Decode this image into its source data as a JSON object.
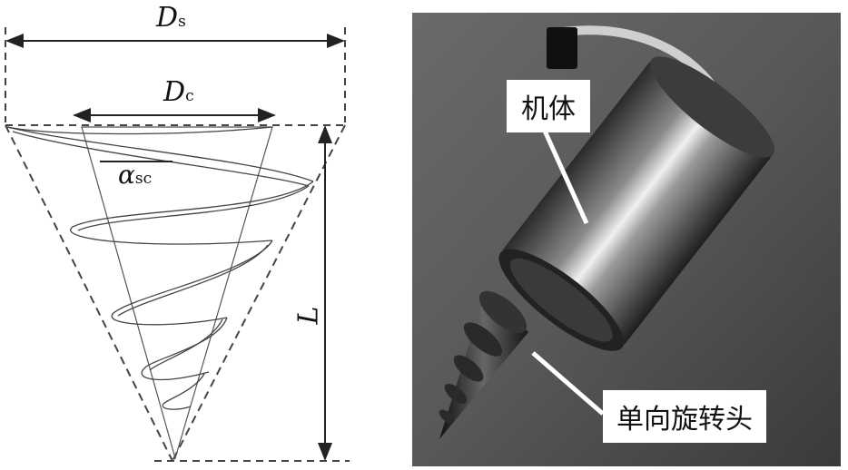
{
  "diagram": {
    "label_Ds": {
      "symbol": "D",
      "sub": "s"
    },
    "label_Dc": {
      "symbol": "D",
      "sub": "c"
    },
    "label_alpha": {
      "symbol": "α",
      "sub": "sc"
    },
    "label_L": {
      "symbol": "L"
    }
  },
  "photo": {
    "callout_body": "机体",
    "callout_head": "单向旋转头"
  },
  "colors": {
    "line": "#222222",
    "dashed": "#444444",
    "photo_bg": "#4a4a4a"
  }
}
